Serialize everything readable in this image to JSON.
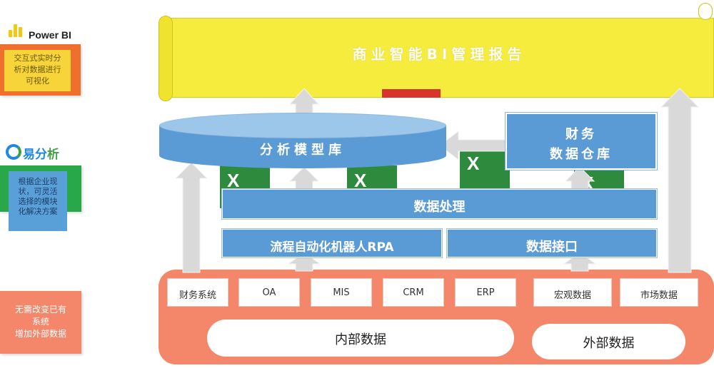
{
  "left": {
    "powerbi_logo": "Power BI",
    "powerbi_card": [
      "交互式实时分",
      "析对数据进行",
      "可视化"
    ],
    "yifenxi_logo": {
      "part1": "易分",
      "part2": "析"
    },
    "yifenxi_card": [
      "根据企业现",
      "状，可灵活",
      "选择的模块",
      "化解决方案"
    ],
    "bottom_card": [
      "无需改变已有",
      "系统",
      "增加外部数据"
    ]
  },
  "diagram": {
    "banner_title": "商业智能BI管理报告",
    "model_db": "分析模型库",
    "finance_dw": [
      "财务",
      "数据仓库"
    ],
    "data_processing": "数据处理",
    "rpa": "流程自动化机器人RPA",
    "data_api": "数据接口",
    "sources": [
      "财务系统",
      "OA",
      "MIS",
      "CRM",
      "ERP",
      "宏观数据",
      "市场数据"
    ],
    "internal_data": "内部数据",
    "external_data": "外部数据"
  },
  "colors": {
    "banner": "#f5ec3e",
    "blue_box": "#5b9bd5",
    "cylinder_top": "#9cc6ea",
    "source_base": "#f4866a",
    "excel_green": "#2e8b3e",
    "arrow": "#d9d9d9"
  }
}
